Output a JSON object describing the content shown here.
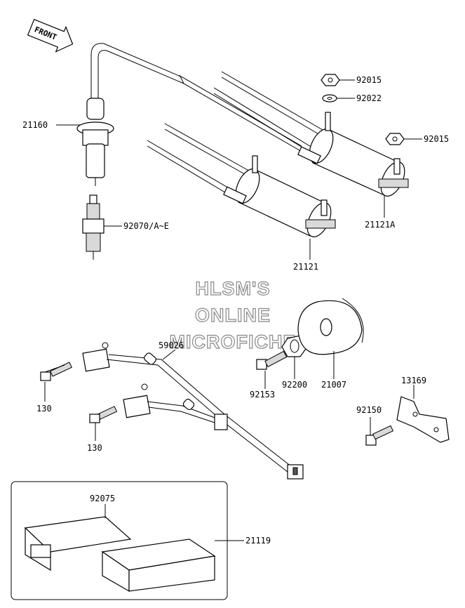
{
  "front_arrow": {
    "text": "FRONT"
  },
  "watermark": {
    "line1": "HLSM'S",
    "line2": "ONLINE",
    "line3": "MICROFICHE"
  },
  "labels": {
    "p21160": "21160",
    "p92070": "92070/A~E",
    "p92015a": "92015",
    "p92022": "92022",
    "p92015b": "92015",
    "p21121A": "21121A",
    "p21121": "21121",
    "p59026": "59026",
    "p130a": "130",
    "p130b": "130",
    "p92153": "92153",
    "p92200": "92200",
    "p21007": "21007",
    "p13169": "13169",
    "p92150": "92150",
    "p92075": "92075",
    "p21119": "21119"
  }
}
